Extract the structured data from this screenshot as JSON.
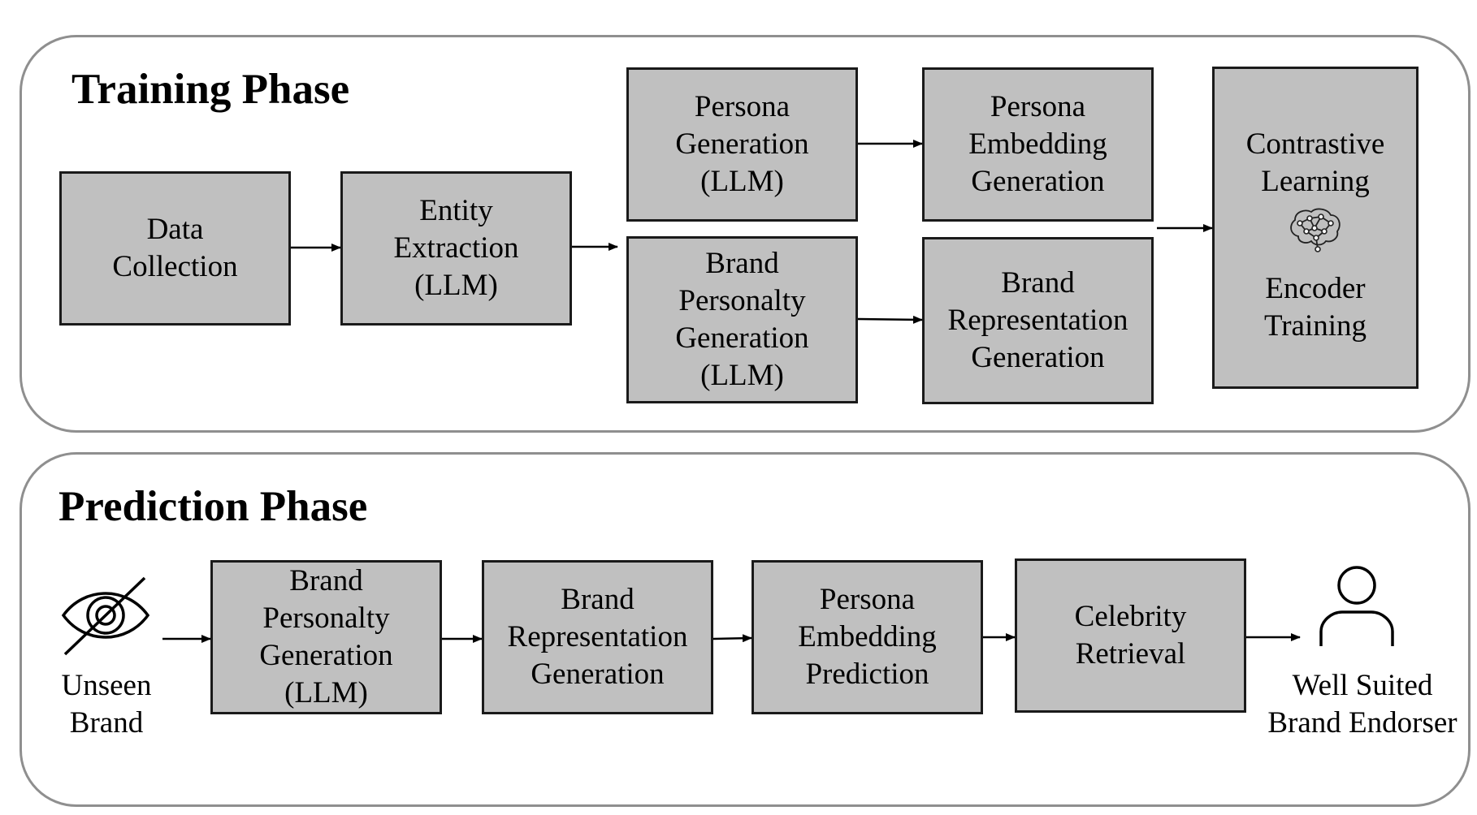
{
  "training": {
    "title": "Training Phase",
    "data_collection": [
      "Data",
      "Collection"
    ],
    "entity_extraction": [
      "Entity",
      "Extraction",
      "(LLM)"
    ],
    "persona_generation": [
      "Persona",
      "Generation",
      "(LLM)"
    ],
    "brand_personality_generation": [
      "Brand",
      "Personalty",
      "Generation",
      "(LLM)"
    ],
    "persona_embedding_generation": [
      "Persona",
      "Embedding",
      "Generation"
    ],
    "brand_representation_generation": [
      "Brand",
      "Representation",
      "Generation"
    ],
    "contrastive_learning": [
      "Contrastive",
      "Learning"
    ],
    "encoder_training": [
      "Encoder",
      "Training"
    ]
  },
  "prediction": {
    "title": "Prediction Phase",
    "unseen_brand": [
      "Unseen",
      "Brand"
    ],
    "brand_personality_generation": [
      "Brand",
      "Personalty",
      "Generation",
      "(LLM)"
    ],
    "brand_representation_generation": [
      "Brand",
      "Representation",
      "Generation"
    ],
    "persona_embedding_prediction": [
      "Persona",
      "Embedding",
      "Prediction"
    ],
    "celebrity_retrieval": [
      "Celebrity",
      "Retrieval"
    ],
    "well_suited_endorser": [
      "Well Suited",
      "Brand Endorser"
    ]
  },
  "icons": {
    "unseen": "eye-slash-icon",
    "brain": "neural-network-brain-icon",
    "person": "person-icon"
  },
  "colors": {
    "box_fill": "#c0c0c0",
    "panel_border": "#8f8f8f"
  }
}
